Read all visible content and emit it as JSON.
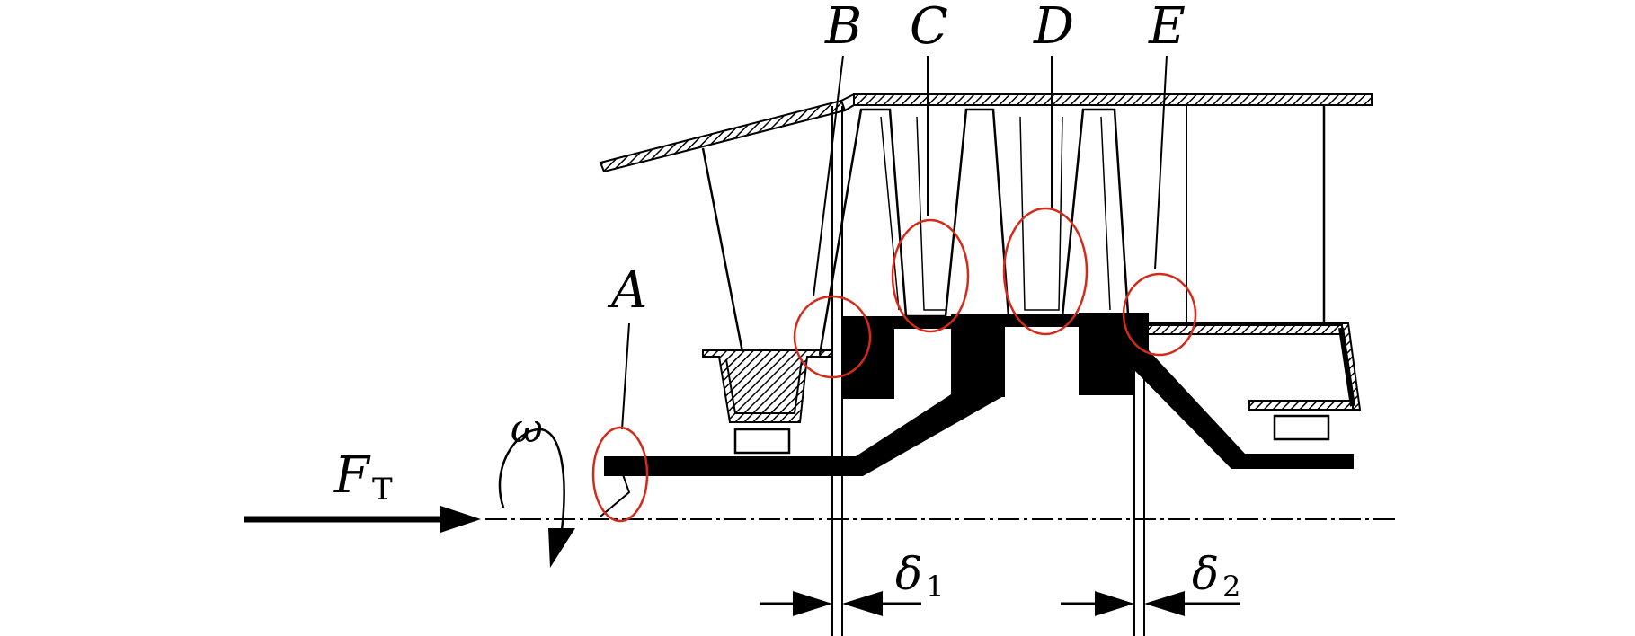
{
  "labels": {
    "A": "A",
    "B": "B",
    "C": "C",
    "D": "D",
    "E": "E",
    "force": "F",
    "force_sub": "T",
    "omega": "ω",
    "delta1": "δ",
    "delta1_sub": "1",
    "delta2": "δ",
    "delta2_sub": "2"
  },
  "colors": {
    "highlight": "#d42a1a",
    "line": "#000000"
  }
}
